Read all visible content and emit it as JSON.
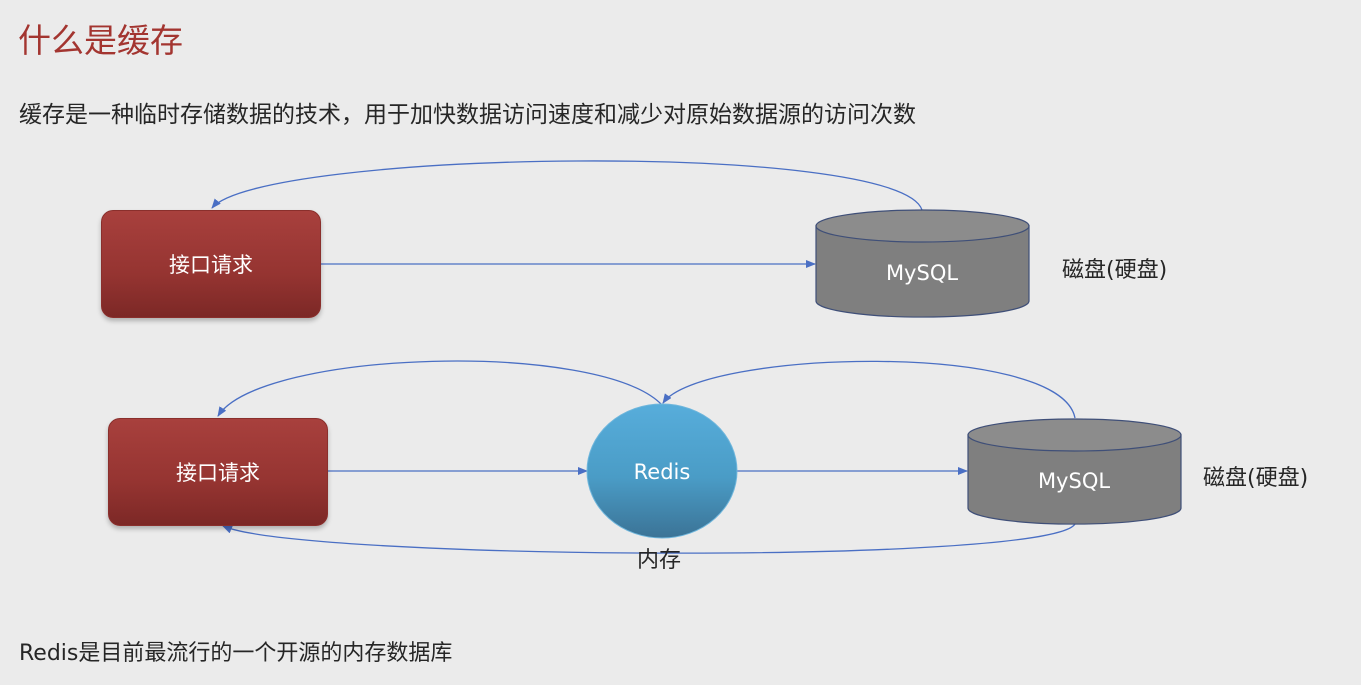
{
  "title": "什么是缓存",
  "subtitle": "缓存是一种临时存储数据的技术，用于加快数据访问速度和减少对原始数据源的访问次数",
  "footer": "Redis是目前最流行的一个开源的内存数据库",
  "diagram1": {
    "request_label": "接口请求",
    "db_label": "MySQL",
    "storage_label": "磁盘(硬盘)"
  },
  "diagram2": {
    "request_label": "接口请求",
    "cache_label": "Redis",
    "cache_caption": "内存",
    "db_label": "MySQL",
    "storage_label": "磁盘(硬盘)"
  },
  "colors": {
    "title": "#a33530",
    "box": "#953431",
    "cylinder": "#7f7f7f",
    "redis": "#4a9cc6",
    "arrow": "#4a6fc4"
  }
}
